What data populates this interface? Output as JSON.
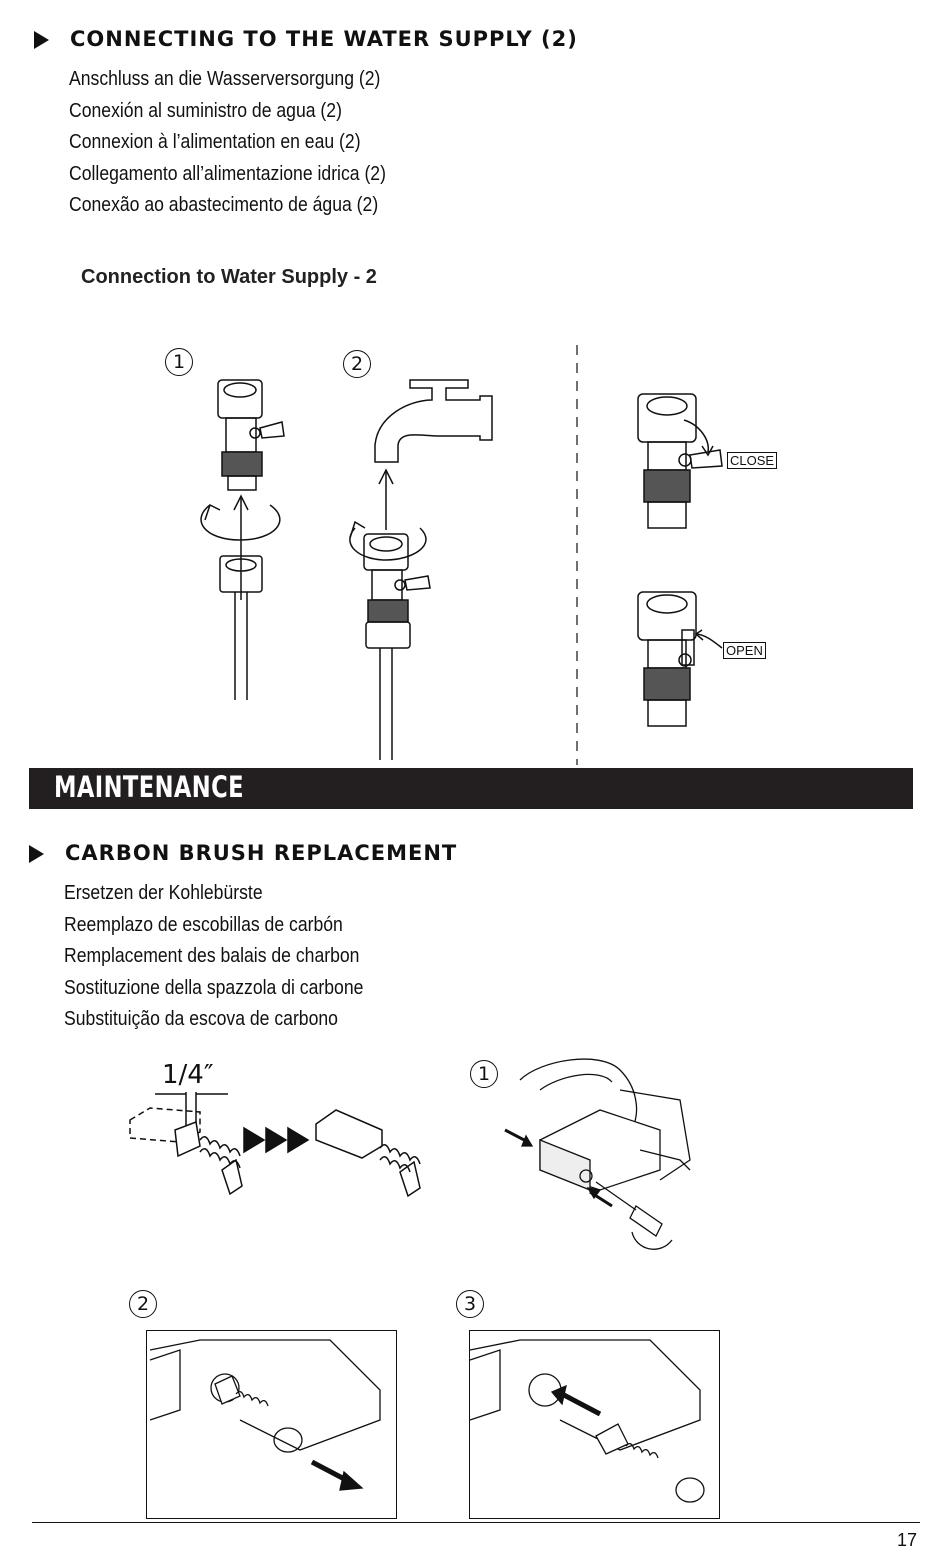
{
  "section1": {
    "heading": "CONNECTING TO THE WATER SUPPLY (2)",
    "translations": [
      "Anschluss an die Wasserversorgung (2)",
      "Conexión al suministro de agua (2)",
      "Connexion à l’alimentation en eau (2)",
      "Collegamento all’alimentazione idrica (2)",
      "Conexão ao abastecimento de água (2)"
    ],
    "figure_caption": "Connection to Water Supply - 2",
    "steps": [
      "1",
      "2"
    ],
    "valve_labels": {
      "close": "CLOSE",
      "open": "OPEN"
    }
  },
  "maintenance": {
    "title": "MAINTENANCE"
  },
  "section2": {
    "heading": "CARBON BRUSH REPLACEMENT",
    "translations": [
      "Ersetzen der Kohlebürste",
      "Reemplazo de escobillas de carbón",
      "Remplacement des balais de charbon",
      "Sostituzione della spazzola di carbone",
      "Substituição da escova de carbono"
    ],
    "dimension": "1/4″",
    "steps": [
      "1",
      "2",
      "3"
    ]
  },
  "footer": {
    "page_number": "17"
  }
}
